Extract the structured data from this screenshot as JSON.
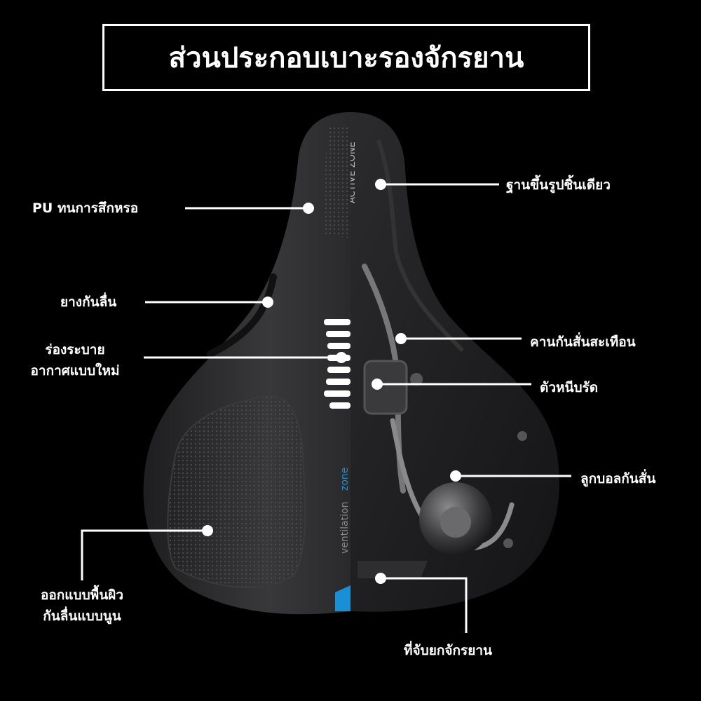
{
  "title": "ส่วนประกอบเบาะรองจักรยาน",
  "saddle_print": {
    "top_text": "ACTIVE ZONE",
    "side_text": "ventilation",
    "side_text_zone": "zone"
  },
  "callouts": {
    "pu": "PU ทนการสึกหรอ",
    "rubber": "ยางกันลื่น",
    "vent_line1": "ร่องระบาย",
    "vent_line2": "อากาศแบบใหม่",
    "emboss_line1": "ออกแบบพื้นผิว",
    "emboss_line2": "กันลื่นแบบนูน",
    "base": "ฐานขึ้นรูปชิ้นเดียว",
    "beam": "คานกันสั่นสะเทือน",
    "clamp": "ตัวหนีบรัด",
    "ball": "ลูกบอลกันสั่น",
    "handle": "ที่จับยกจักรยาน"
  },
  "colors": {
    "background": "#000000",
    "line": "#ffffff",
    "saddle_cover": "#2a2a2c",
    "saddle_shell": "#1c1c1e",
    "accent_blue": "#1b8fd6"
  }
}
